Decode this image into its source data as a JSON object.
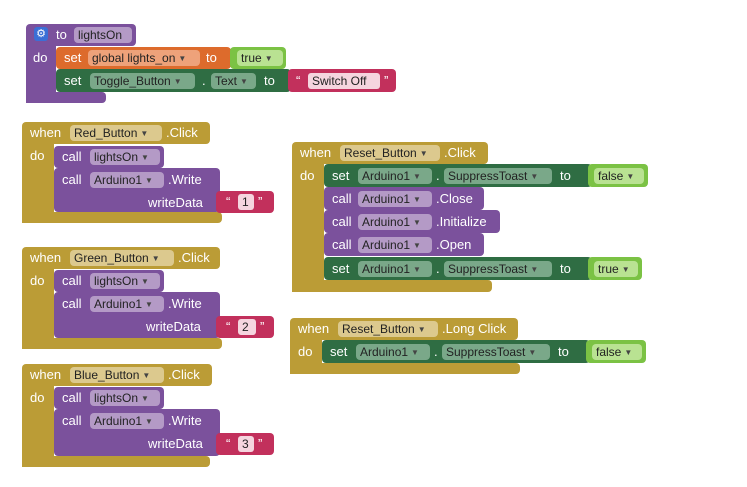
{
  "proc_def": {
    "kw_to": "to",
    "name": "lightsOn",
    "kw_do": "do"
  },
  "set_global": {
    "kw_set": "set",
    "var": "global lights_on",
    "kw_to": "to",
    "value": "true"
  },
  "set_toggle": {
    "kw_set": "set",
    "component": "Toggle_Button",
    "dot": ".",
    "property": "Text",
    "kw_to": "to",
    "text": "Switch Off"
  },
  "red": {
    "kw_when": "when",
    "component": "Red_Button",
    "event": ".Click",
    "kw_do": "do",
    "kw_call": "call",
    "proc": "lightsOn",
    "arduino": "Arduino1",
    "method": ".Write",
    "param": "writeData",
    "data": "1"
  },
  "green": {
    "kw_when": "when",
    "component": "Green_Button",
    "event": ".Click",
    "kw_do": "do",
    "kw_call": "call",
    "proc": "lightsOn",
    "arduino": "Arduino1",
    "method": ".Write",
    "param": "writeData",
    "data": "2"
  },
  "blue": {
    "kw_when": "when",
    "component": "Blue_Button",
    "event": ".Click",
    "kw_do": "do",
    "kw_call": "call",
    "proc": "lightsOn",
    "arduino": "Arduino1",
    "method": ".Write",
    "param": "writeData",
    "data": "3"
  },
  "reset_click": {
    "kw_when": "when",
    "component": "Reset_Button",
    "event": ".Click",
    "kw_do": "do",
    "kw_set": "set",
    "kw_call": "call",
    "kw_to": "to",
    "arduino": "Arduino1",
    "dot": ".",
    "property": "SuppressToast",
    "value_first": "false",
    "call_close": ".Close",
    "call_init": ".Initialize",
    "call_open": ".Open",
    "value_last": "true"
  },
  "reset_long": {
    "kw_when": "when",
    "component": "Reset_Button",
    "event": ".Long Click",
    "kw_do": "do",
    "kw_set": "set",
    "kw_to": "to",
    "arduino": "Arduino1",
    "dot": ".",
    "property": "SuppressToast",
    "value": "false"
  },
  "icons": {
    "dropdown": "triangle-down",
    "mutator": "gear",
    "quote": "quote-mark"
  },
  "colors": {
    "procedure": "#7b519c",
    "event": "#bb9c36",
    "set_global": "#dd6b2c",
    "component_setter": "#2f6d43",
    "logic": "#7bc244",
    "text": "#c2305c"
  }
}
